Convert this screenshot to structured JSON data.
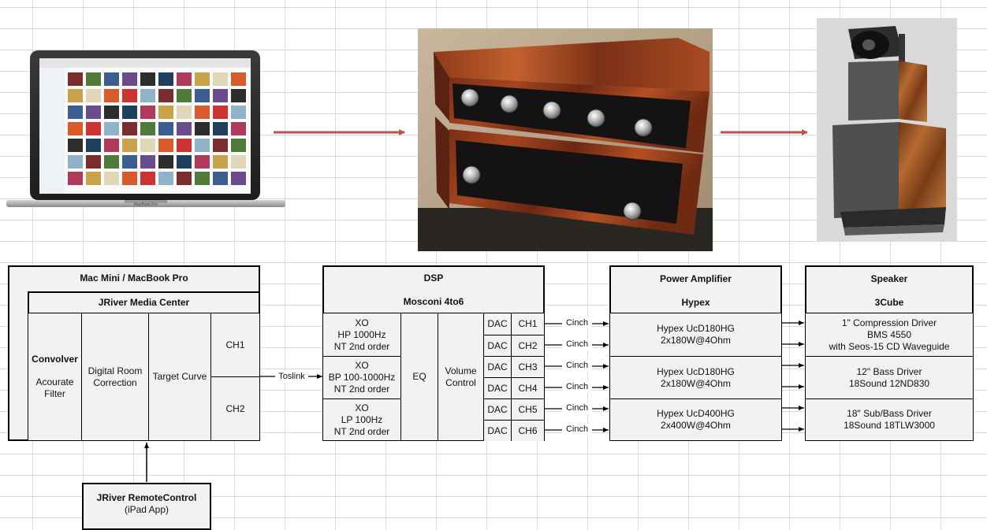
{
  "mac": {
    "title": "Mac Mini / MacBook Pro",
    "app": "JRiver Media Center",
    "convolver_title": "Convolver",
    "convolver_sub1": "Acourate",
    "convolver_sub2": "Filter",
    "room_correction_1": "Digital Room",
    "room_correction_2": "Correction",
    "target_curve": "Target Curve",
    "ch1": "CH1",
    "ch2": "CH2"
  },
  "remote": {
    "title": "JRiver RemoteControl",
    "sub": "(iPad App)"
  },
  "link_toslink": "Toslink",
  "dsp": {
    "title": "DSP",
    "model": "Mosconi 4to6",
    "xo": [
      {
        "l1": "XO",
        "l2": "HP 1000Hz",
        "l3": "NT 2nd order"
      },
      {
        "l1": "XO",
        "l2": "BP 100-1000Hz",
        "l3": "NT 2nd order"
      },
      {
        "l1": "XO",
        "l2": "LP 100Hz",
        "l3": "NT 2nd order"
      }
    ],
    "eq": "EQ",
    "volume_1": "Volume",
    "volume_2": "Control",
    "dac": "DAC",
    "channels": [
      "CH1",
      "CH2",
      "CH3",
      "CH4",
      "CH5",
      "CH6"
    ]
  },
  "link_cinch": "Cinch",
  "amp": {
    "title": "Power Amplifier",
    "brand": "Hypex",
    "units": [
      {
        "l1": "Hypex UcD180HG",
        "l2": "2x180W@4Ohm"
      },
      {
        "l1": "Hypex UcD180HG",
        "l2": "2x180W@4Ohm"
      },
      {
        "l1": "Hypex UcD400HG",
        "l2": "2x400W@4Ohm"
      }
    ]
  },
  "speaker": {
    "title": "Speaker",
    "model": "3Cube",
    "drivers": [
      {
        "l1": "1\" Compression Driver",
        "l2": "BMS 4550",
        "l3": "with Seos-15 CD Waveguide"
      },
      {
        "l1": "12\" Bass Driver",
        "l2": "18Sound 12ND830",
        "l3": ""
      },
      {
        "l1": "18\" Sub/Bass Driver",
        "l2": "18Sound 18TLW3000",
        "l3": ""
      }
    ]
  },
  "laptop_screen": {
    "brand": "MacBook Pro"
  },
  "colors": {
    "arrow": "#c0504d",
    "cell_bg": "#f2f2f2",
    "grid": "#d9d9d9"
  }
}
